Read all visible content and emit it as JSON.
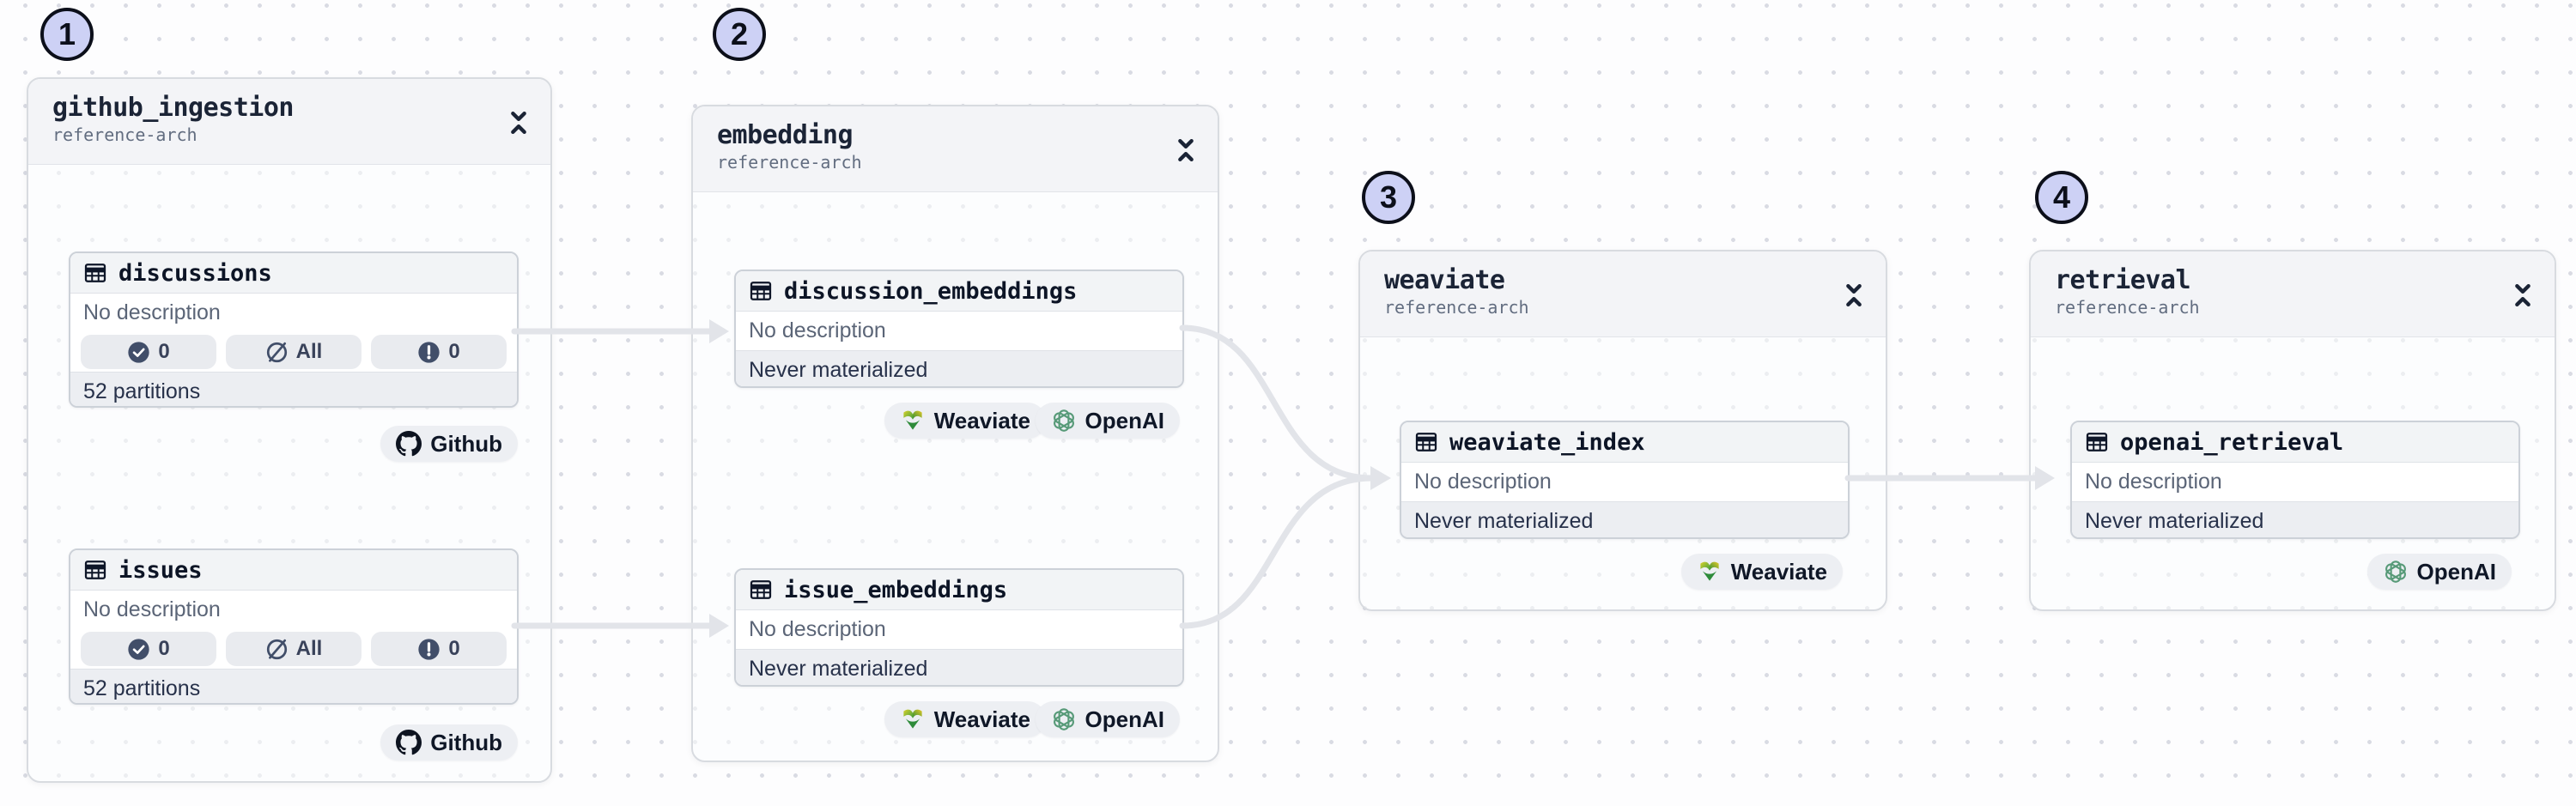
{
  "colors": {
    "badge_fill": "#cdd1f5",
    "badge_border": "#0c0f1a",
    "edge": "#e2e4e9",
    "group_header_bg": "#f3f4f7",
    "card_header_bg": "#f2f4f6",
    "card_footer_bg": "#eceef2",
    "pill_bg": "#e9ebef",
    "tag_bg": "#edeff3",
    "openai_green": "#579a78",
    "weaviate_green": "#2e8b3a",
    "text_dark": "#0f1727",
    "text_muted": "#5b6577"
  },
  "groups": [
    {
      "badge": "1",
      "title": "github_ingestion",
      "subtitle": "reference-arch",
      "assets": [
        {
          "name": "discussions",
          "description": "No description",
          "counts": [
            {
              "icon": "check-circle-icon",
              "value": "0"
            },
            {
              "icon": "slash-circle-icon",
              "value": "All"
            },
            {
              "icon": "alert-circle-icon",
              "value": "0"
            }
          ],
          "footer": "52 partitions",
          "tags": [
            {
              "icon": "github-icon",
              "label": "Github"
            }
          ]
        },
        {
          "name": "issues",
          "description": "No description",
          "counts": [
            {
              "icon": "check-circle-icon",
              "value": "0"
            },
            {
              "icon": "slash-circle-icon",
              "value": "All"
            },
            {
              "icon": "alert-circle-icon",
              "value": "0"
            }
          ],
          "footer": "52 partitions",
          "tags": [
            {
              "icon": "github-icon",
              "label": "Github"
            }
          ]
        }
      ]
    },
    {
      "badge": "2",
      "title": "embedding",
      "subtitle": "reference-arch",
      "assets": [
        {
          "name": "discussion_embeddings",
          "description": "No description",
          "footer": "Never materialized",
          "tags": [
            {
              "icon": "weaviate-icon",
              "label": "Weaviate"
            },
            {
              "icon": "openai-icon",
              "label": "OpenAI"
            }
          ]
        },
        {
          "name": "issue_embeddings",
          "description": "No description",
          "footer": "Never materialized",
          "tags": [
            {
              "icon": "weaviate-icon",
              "label": "Weaviate"
            },
            {
              "icon": "openai-icon",
              "label": "OpenAI"
            }
          ]
        }
      ]
    },
    {
      "badge": "3",
      "title": "weaviate",
      "subtitle": "reference-arch",
      "assets": [
        {
          "name": "weaviate_index",
          "description": "No description",
          "footer": "Never materialized",
          "tags": [
            {
              "icon": "weaviate-icon",
              "label": "Weaviate"
            }
          ]
        }
      ]
    },
    {
      "badge": "4",
      "title": "retrieval",
      "subtitle": "reference-arch",
      "assets": [
        {
          "name": "openai_retrieval",
          "description": "No description",
          "footer": "Never materialized",
          "tags": [
            {
              "icon": "openai-icon",
              "label": "OpenAI"
            }
          ]
        }
      ]
    }
  ],
  "edges": [
    {
      "from": "discussions",
      "to": "discussion_embeddings"
    },
    {
      "from": "issues",
      "to": "issue_embeddings"
    },
    {
      "from": "discussion_embeddings",
      "to": "weaviate_index"
    },
    {
      "from": "issue_embeddings",
      "to": "weaviate_index"
    },
    {
      "from": "weaviate_index",
      "to": "openai_retrieval"
    }
  ]
}
